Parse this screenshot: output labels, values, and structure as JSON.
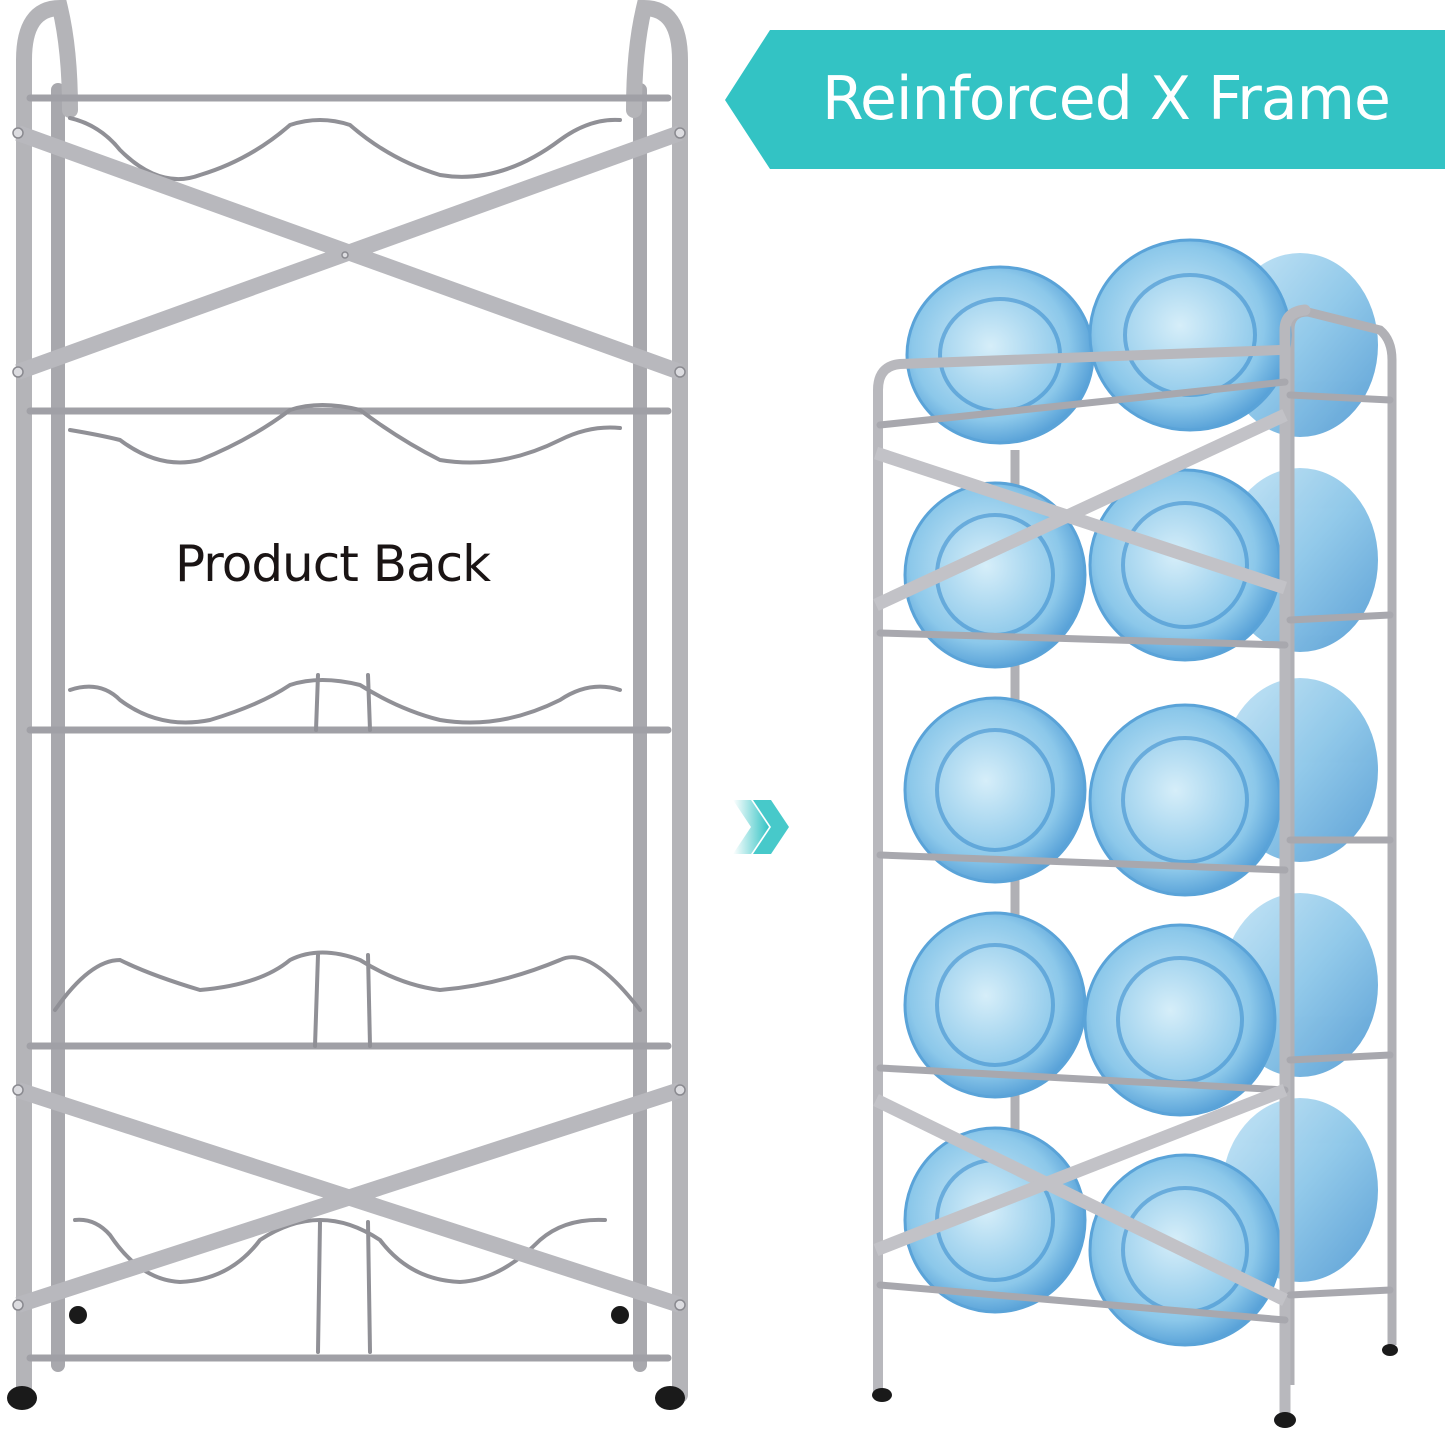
{
  "banner": {
    "text": "Reinforced X Frame",
    "color": "#33c3c4",
    "shape": "left-pointing-arrow-banner"
  },
  "left_panel": {
    "label": "Product Back",
    "subject": "empty silver 5-tier water bottle rack, rear view with two X braces"
  },
  "connector": {
    "icon": "double-chevron-right-icon",
    "color": "#33c3c4"
  },
  "right_panel": {
    "subject": "silver 5-tier rack loaded with 10 blue water jugs, front 3/4 view with two X braces",
    "tiers": 5,
    "bottles": 10
  },
  "colors": {
    "frame": "#b4b4b8",
    "frame_dark": "#8e8e94",
    "bottle": "#7fc0e6",
    "bottle_dark": "#3f8fce",
    "background": "#ffffff"
  }
}
